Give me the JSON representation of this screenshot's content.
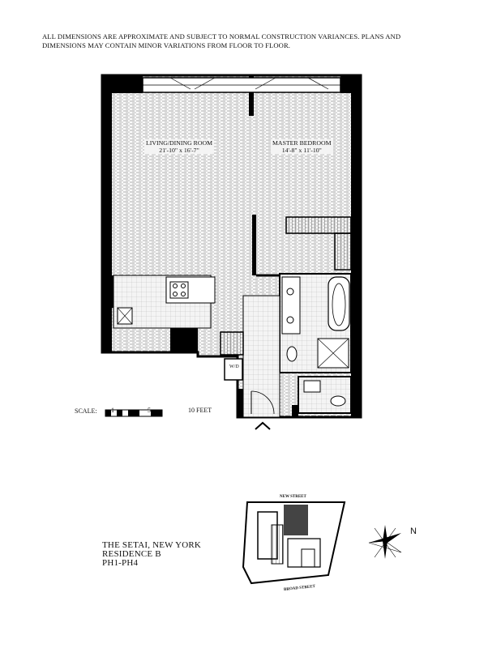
{
  "disclaimer": "ALL DIMENSIONS ARE APPROXIMATE AND SUBJECT TO NORMAL CONSTRUCTION VARIANCES.  PLANS AND DIMENSIONS MAY CONTAIN MINOR VARIATIONS FROM FLOOR TO FLOOR.",
  "rooms": {
    "living": {
      "name": "LIVING/DINING ROOM",
      "dims": "21'-10\" x 16'-7\""
    },
    "bedroom": {
      "name": "MASTER BEDROOM",
      "dims": "14'-8\" x 11'-10\""
    },
    "wd": "W/D"
  },
  "scale": {
    "label": "SCALE:",
    "ticks": [
      "1",
      "5",
      "10 FEET"
    ]
  },
  "keyplan": {
    "street_top": "NEW STREET",
    "street_bottom": "BROAD STREET"
  },
  "building": {
    "line1": "THE SETAI, NEW YORK",
    "line2": "RESIDENCE B",
    "line3": "PH1-PH4"
  },
  "north": "N"
}
